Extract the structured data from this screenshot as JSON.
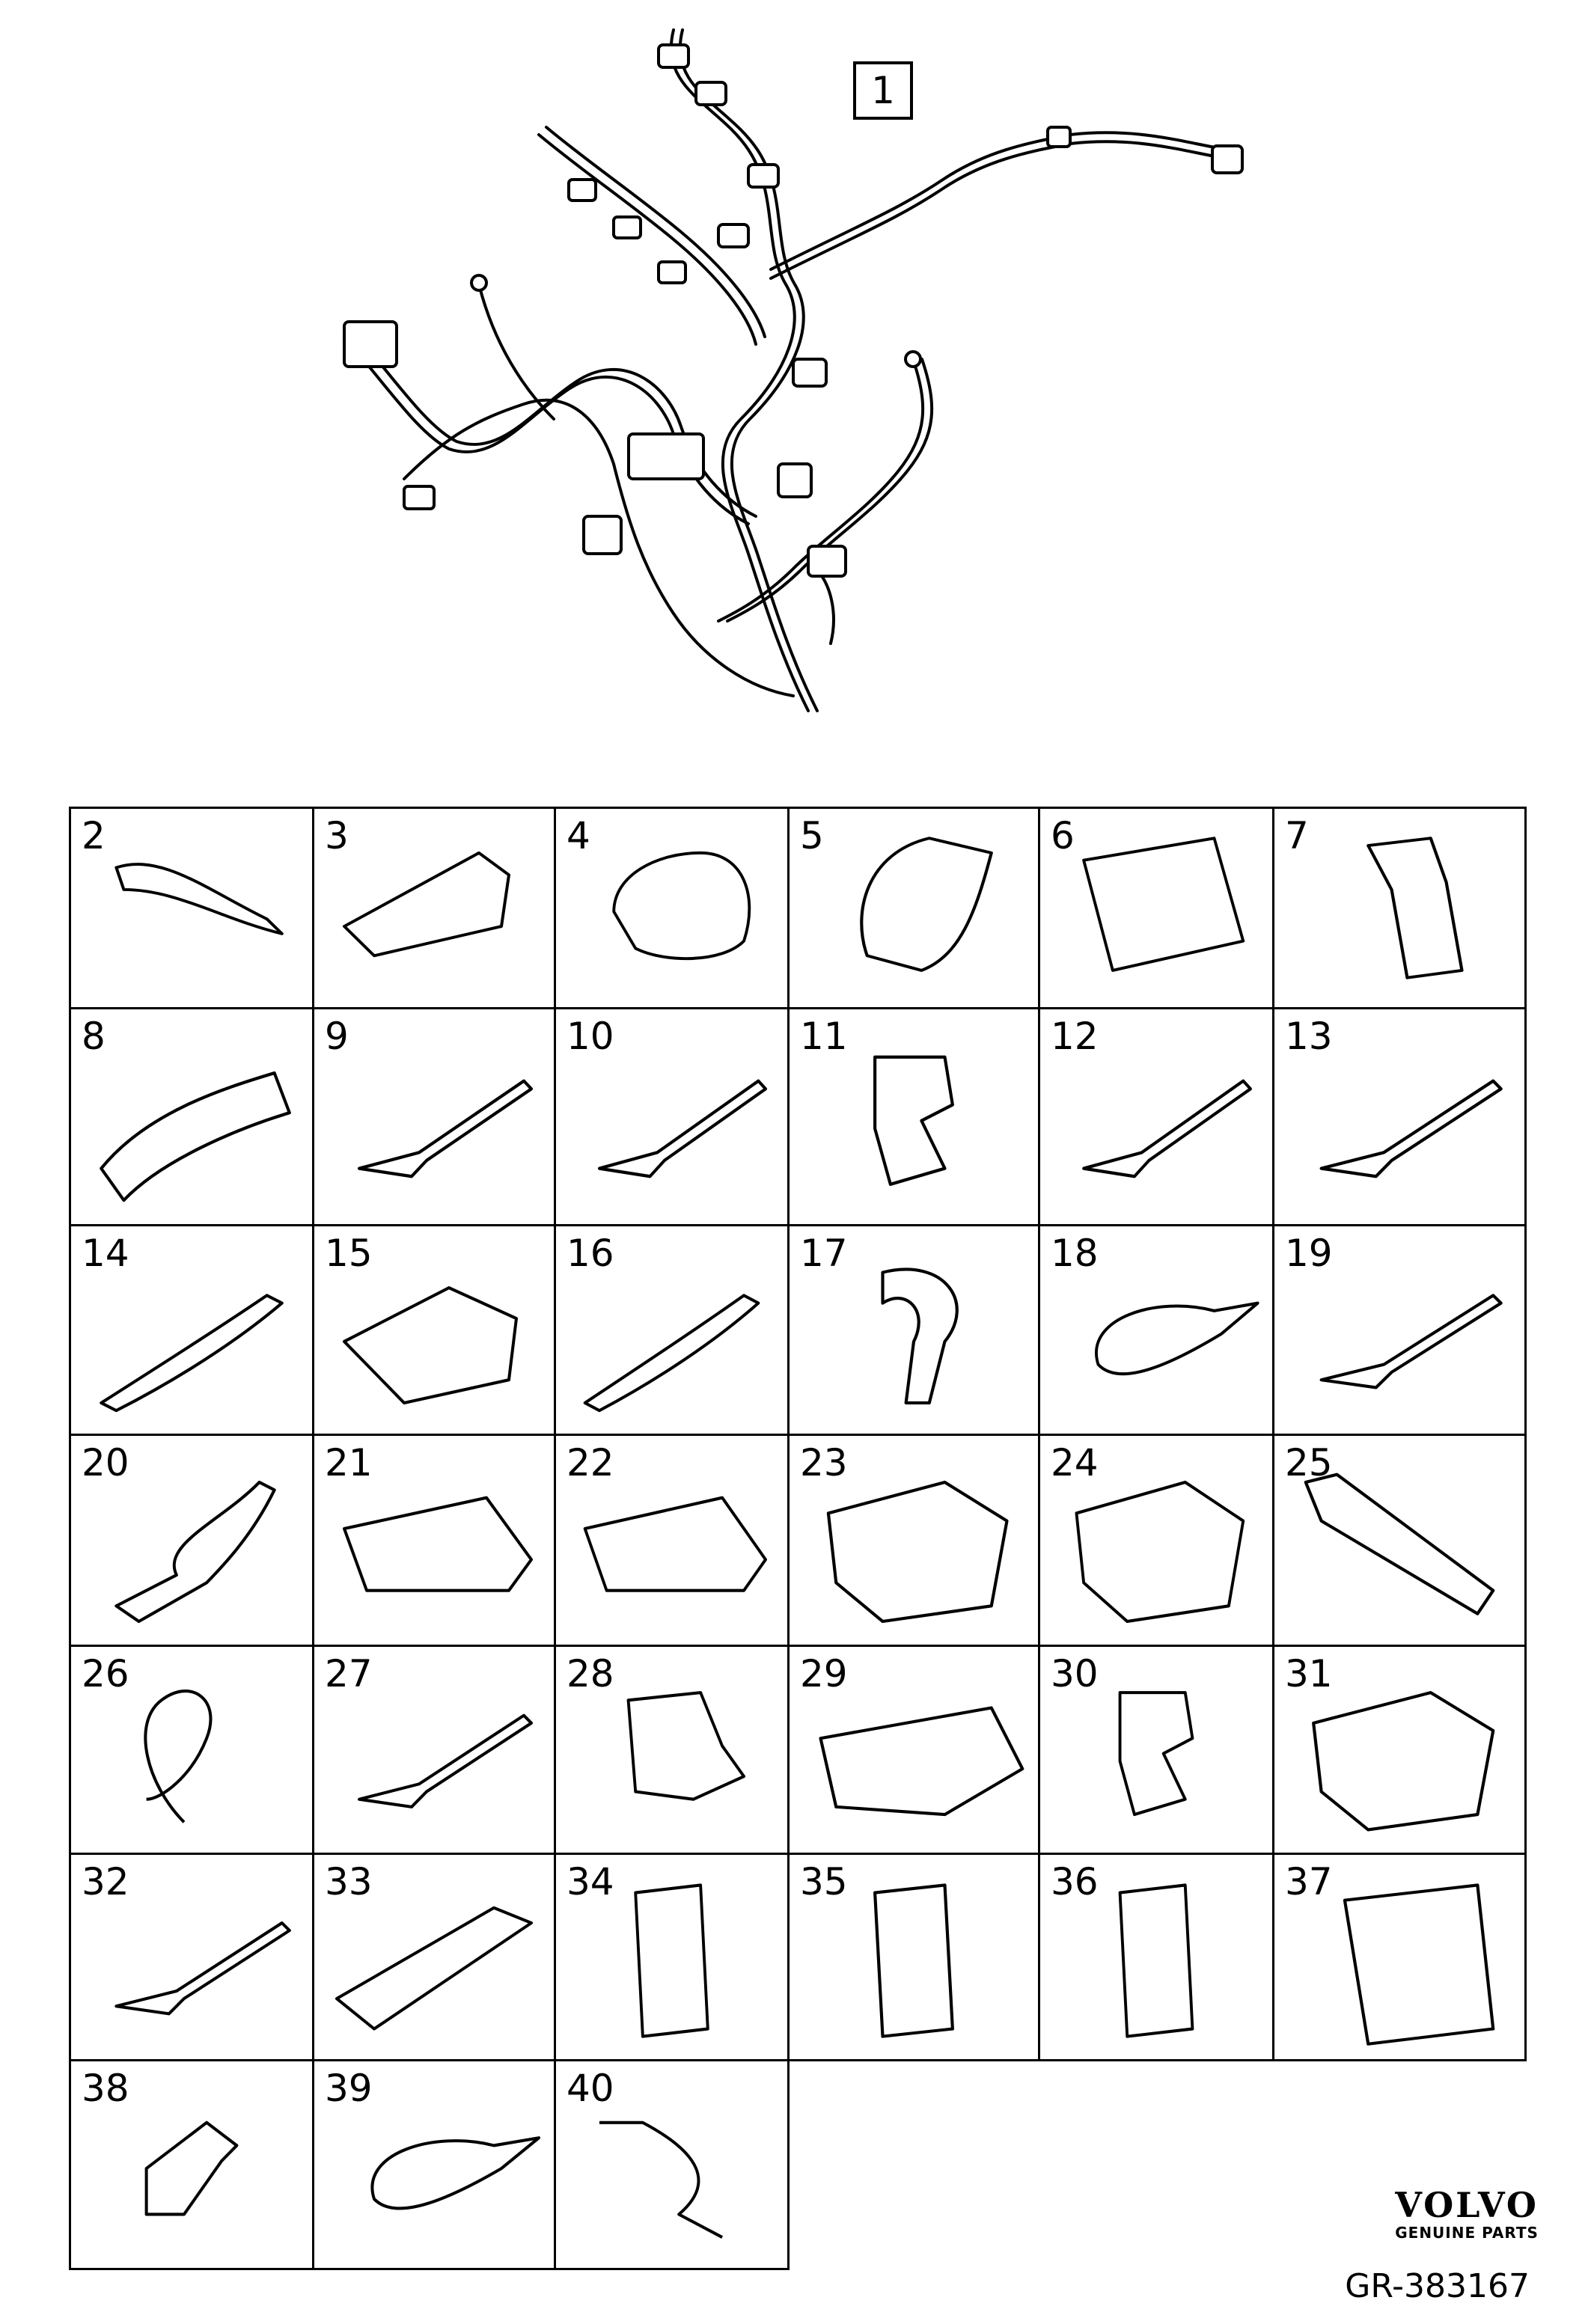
{
  "main_part": {
    "label": "1",
    "icon": "wiring-harness-icon"
  },
  "parts": [
    {
      "label": "2",
      "icon": "duct-channel-icon"
    },
    {
      "label": "3",
      "icon": "bracket-clip-icon"
    },
    {
      "label": "4",
      "icon": "grommet-icon"
    },
    {
      "label": "5",
      "icon": "rubber-boot-icon"
    },
    {
      "label": "6",
      "icon": "plate-grommet-icon"
    },
    {
      "label": "7",
      "icon": "connector-cap-icon"
    },
    {
      "label": "8",
      "icon": "corrugated-tube-icon"
    },
    {
      "label": "9",
      "icon": "cable-tie-clip-icon"
    },
    {
      "label": "10",
      "icon": "cable-tie-clip-icon"
    },
    {
      "label": "11",
      "icon": "double-clip-icon"
    },
    {
      "label": "12",
      "icon": "cable-tie-clip-icon"
    },
    {
      "label": "13",
      "icon": "cable-tie-clip-icon"
    },
    {
      "label": "14",
      "icon": "cable-tie-icon"
    },
    {
      "label": "15",
      "icon": "clip-holder-icon"
    },
    {
      "label": "16",
      "icon": "cable-tie-icon"
    },
    {
      "label": "17",
      "icon": "spring-clip-icon"
    },
    {
      "label": "18",
      "icon": "loop-tie-icon"
    },
    {
      "label": "19",
      "icon": "cable-tie-clip-icon"
    },
    {
      "label": "20",
      "icon": "tie-mount-icon"
    },
    {
      "label": "21",
      "icon": "cover-channel-icon"
    },
    {
      "label": "22",
      "icon": "cover-channel-icon"
    },
    {
      "label": "23",
      "icon": "connector-housing-icon"
    },
    {
      "label": "24",
      "icon": "connector-housing-icon"
    },
    {
      "label": "25",
      "icon": "strap-icon"
    },
    {
      "label": "26",
      "icon": "loop-cord-icon"
    },
    {
      "label": "27",
      "icon": "cable-tie-clip-icon"
    },
    {
      "label": "28",
      "icon": "holder-icon"
    },
    {
      "label": "29",
      "icon": "bracket-frame-icon"
    },
    {
      "label": "30",
      "icon": "double-clip-icon"
    },
    {
      "label": "31",
      "icon": "connector-housing-icon"
    },
    {
      "label": "32",
      "icon": "cable-tie-clip-icon"
    },
    {
      "label": "33",
      "icon": "channel-icon"
    },
    {
      "label": "34",
      "icon": "bracket-icon"
    },
    {
      "label": "35",
      "icon": "bracket-icon"
    },
    {
      "label": "36",
      "icon": "bracket-icon"
    },
    {
      "label": "37",
      "icon": "mounting-plate-icon"
    },
    {
      "label": "38",
      "icon": "bolt-icon"
    },
    {
      "label": "39",
      "icon": "loop-tie-icon"
    },
    {
      "label": "40",
      "icon": "ground-cable-icon"
    }
  ],
  "brand": {
    "logo": "VOLVO",
    "tagline": "GENUINE PARTS"
  },
  "reference": "GR-383167"
}
